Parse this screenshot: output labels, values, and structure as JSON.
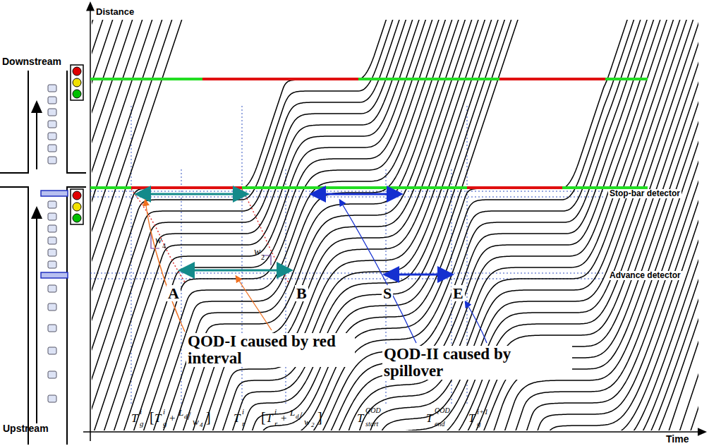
{
  "diagram": {
    "labels": [
      "Distance",
      "Downstream",
      "Upstream",
      "Stop-bar detector",
      "Advance detector",
      "A",
      "B",
      "S",
      "E",
      "QOD-I caused by red interval",
      "QOD-II caused by spillover",
      "w",
      "4",
      "w",
      "2",
      "Time",
      "T",
      "i",
      "g",
      "[",
      "T",
      "i",
      "g",
      "+",
      "L",
      "d",
      "/",
      "w",
      "4",
      "]",
      "T",
      "i",
      "r",
      "[",
      "T",
      "i",
      "r",
      "+",
      "L",
      "d",
      "/",
      "w",
      "2",
      "]",
      "T",
      "QOD",
      "start",
      "T",
      "QOD",
      "end",
      "T",
      "i+1",
      "g"
    ]
  }
}
